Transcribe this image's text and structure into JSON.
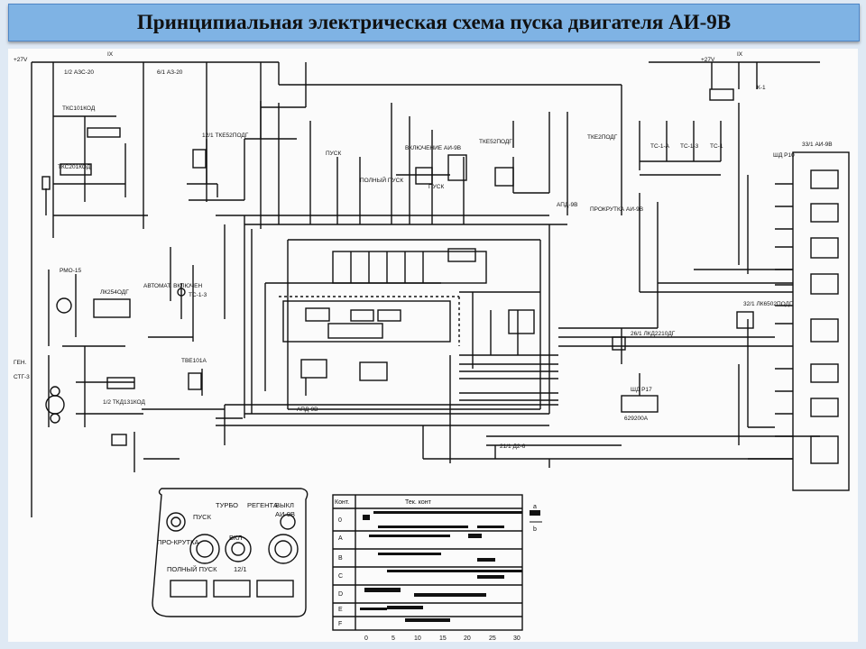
{
  "title": "Принципиальная электрическая схема пуска двигателя АИ-9В",
  "schematic": {
    "left_supply": "+27V",
    "right_supply": "+27V",
    "bus_ix": "IX",
    "fuse_main": "1/2 АЗС-20",
    "fuse_2": "6/1 АЗ-20",
    "labels": {
      "tks101": "ТКС101КОД",
      "tks201": "ТКС201КОД",
      "tke52": "12/1 ТКЕ52ПОДГ",
      "tke52b": "ТКЕ52ПОДГ",
      "tke2": "ТКЕ2ПОДГ",
      "rmo": "РМО-15",
      "lk": "ЛК254ОДГ",
      "gen": "ГЕН.",
      "stg": "СТГ-3",
      "tbe": "ТВЕ101А",
      "tkd": "1/2 ТКД131КОД",
      "pusk": "ПУСК",
      "pusk2": "ПУСК",
      "ponosh": "ПОЛНЫЙ ПУСК",
      "avtomat": "АВТОМАТ. ВКЛЮЧЕН",
      "vkl": "ВКЛЮЧЕНИЕ АИ-9В",
      "apd": "АПД-9В",
      "apd2": "АПД-9В",
      "prokrutka": "ПРОКРУТКА АИ-9В",
      "ts": "ТС-1-А",
      "ts2": "ТС-1-3",
      "ts3": "ТС-1",
      "ai9v": "33/1 АИ-9В",
      "sh": "ШД Р10",
      "lkd": "26/1 ЛКД2210ДГ",
      "lkd2": "32/1 ЛК6502ПОДГ",
      "sh2": "ШД Р17",
      "val": "629200А",
      "d25": "21/1 Д2-6",
      "r3": "ТС-1-3",
      "k1": "К-1"
    }
  },
  "panel": {
    "labels": [
      "ПУСК",
      "ТУРБО",
      "РЕГЕНТА",
      "ВЫКЛ",
      "ПРО-КРУТКА",
      "ПОЛНЫЙ ПУСК",
      "АИ-9В",
      "ВКЛ",
      "12/1"
    ]
  },
  "timing_chart": {
    "header": "Конт.",
    "subheader": "Тек. конт",
    "rows": [
      "0",
      "А",
      "В",
      "С",
      "D",
      "Е",
      "F"
    ],
    "x_ticks": [
      "0",
      "5",
      "10",
      "15",
      "20",
      "25",
      "30"
    ],
    "legend": [
      "a",
      "b"
    ]
  }
}
